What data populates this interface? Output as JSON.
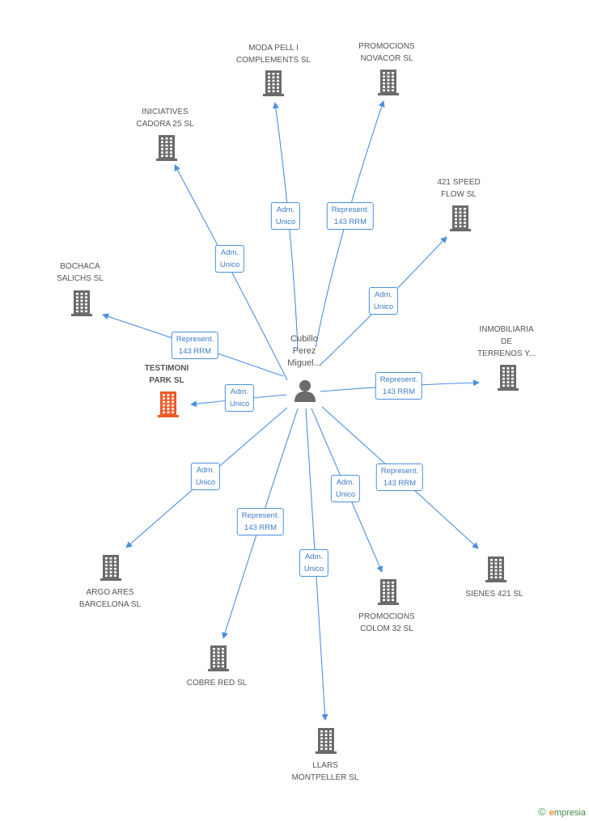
{
  "person": {
    "name_lines": [
      "Cubillo",
      "Perez",
      "Miguel..."
    ]
  },
  "companies": [
    {
      "id": "moda",
      "lines": [
        "MODA PELL I",
        "COMPLEMENTS SL"
      ],
      "highlight": false
    },
    {
      "id": "novacor",
      "lines": [
        "PROMOCIONS",
        "NOVACOR SL"
      ],
      "highlight": false
    },
    {
      "id": "iniciatives",
      "lines": [
        "INICIATIVES",
        "CADORA 25 SL"
      ],
      "highlight": false
    },
    {
      "id": "speed",
      "lines": [
        "421 SPEED",
        "FLOW SL"
      ],
      "highlight": false
    },
    {
      "id": "bochaca",
      "lines": [
        "BOCHACA",
        "SALICHS SL"
      ],
      "highlight": false
    },
    {
      "id": "inmobiliaria",
      "lines": [
        "INMOBILIARIA",
        "DE",
        "TERRENOS Y..."
      ],
      "highlight": false
    },
    {
      "id": "testimoni",
      "lines": [
        "TESTIMONI",
        "PARK SL"
      ],
      "highlight": true
    },
    {
      "id": "argo",
      "lines": [
        "ARGO ARES",
        "BARCELONA SL"
      ],
      "highlight": false
    },
    {
      "id": "cobre",
      "lines": [
        "COBRE RED SL"
      ],
      "highlight": false
    },
    {
      "id": "llars",
      "lines": [
        "LLARS",
        "MONTPELLER SL"
      ],
      "highlight": false
    },
    {
      "id": "colom",
      "lines": [
        "PROMOCIONS",
        "COLOM 32 SL"
      ],
      "highlight": false
    },
    {
      "id": "sienes",
      "lines": [
        "SIENES 421 SL"
      ],
      "highlight": false
    }
  ],
  "relations": [
    {
      "to": "moda",
      "lines": [
        "Adm.",
        "Unico"
      ]
    },
    {
      "to": "novacor",
      "lines": [
        "Represent.",
        "143 RRM"
      ]
    },
    {
      "to": "iniciatives",
      "lines": [
        "Adm.",
        "Unico"
      ]
    },
    {
      "to": "speed",
      "lines": [
        "Adm.",
        "Unico"
      ]
    },
    {
      "to": "bochaca",
      "lines": [
        "Represent.",
        "143 RRM"
      ]
    },
    {
      "to": "inmobiliaria",
      "lines": [
        "Represent.",
        "143 RRM"
      ]
    },
    {
      "to": "testimoni",
      "lines": [
        "Adm.",
        "Unico"
      ]
    },
    {
      "to": "argo",
      "lines": [
        "Adm.",
        "Unico"
      ]
    },
    {
      "to": "cobre",
      "lines": [
        "Represent.",
        "143 RRM"
      ]
    },
    {
      "to": "llars",
      "lines": [
        "Adm.",
        "Unico"
      ]
    },
    {
      "to": "colom",
      "lines": [
        "Adm.",
        "Unico"
      ]
    },
    {
      "to": "sienes",
      "lines": [
        "Represent.",
        "143 RRM"
      ]
    }
  ],
  "colors": {
    "edge": "#4a90e2",
    "building": "#6b6b6b",
    "highlight": "#f05a28"
  },
  "footer": {
    "copyright": "©",
    "brand_initial": "e",
    "brand_rest": "mpresia"
  }
}
